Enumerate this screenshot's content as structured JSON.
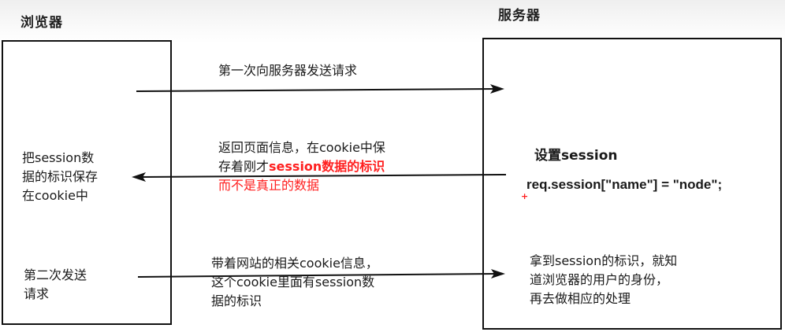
{
  "diagram": {
    "titles": {
      "browser": "浏览器",
      "server": "服务器"
    },
    "browser_box": {
      "save_note": [
        "把session数",
        "据的标识保存",
        "在cookie中"
      ],
      "second_request": [
        "第二次发送",
        "请求"
      ]
    },
    "server_box": {
      "set_session_title": "设置session",
      "code": "req.session[\"name\"] = \"node\";",
      "identify_note": [
        "拿到session的标识，就知",
        "道浏览器的用户的身份，",
        "再去做相应的处理"
      ]
    },
    "arrows": [
      {
        "direction": "browser-to-server",
        "label_lines": [
          "第一次向服务器发送请求"
        ]
      },
      {
        "direction": "server-to-browser",
        "label_lines": [
          "返回页面信息，在cookie中保"
        ],
        "label_mixed": {
          "black": "存着刚才",
          "red": "session数据的标识"
        },
        "label_red_line": "而不是真正的数据"
      },
      {
        "direction": "browser-to-server",
        "label_lines": [
          "带着网站的相关cookie信息，",
          "这个cookie里面有session数",
          "据的标识"
        ]
      }
    ],
    "colors": {
      "line": "#111111",
      "highlight": "#ff2020",
      "text": "#1a1a1a"
    },
    "cursor_marker": "+"
  }
}
